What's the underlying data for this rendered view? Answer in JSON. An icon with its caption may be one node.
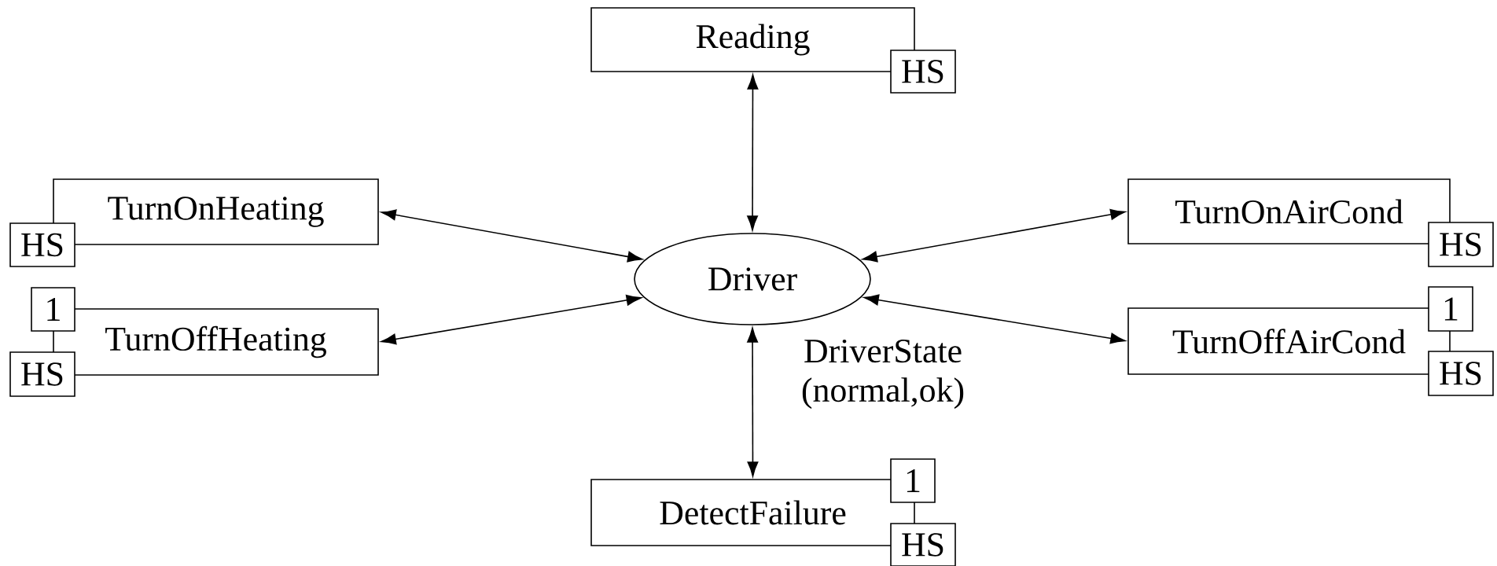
{
  "diagram": {
    "nodes": [
      {
        "text": [
          "Reading"
        ]
      },
      {
        "text": [
          "HS"
        ]
      },
      {
        "text": [
          "TurnOnHeating"
        ]
      },
      {
        "text": [
          "HS"
        ]
      },
      {
        "text": [
          "TurnOnAirCond"
        ]
      },
      {
        "text": [
          "HS"
        ]
      },
      {
        "text": [
          "Driver"
        ],
        "beside": [
          "DriverState (normal,ok)"
        ]
      },
      {
        "text": [
          "1"
        ]
      },
      {
        "text": [
          "TurnOffHeating"
        ]
      },
      {
        "text": [
          "HS"
        ]
      },
      {
        "text": [
          "1"
        ]
      },
      {
        "text": [
          "TurnOffAirCond"
        ]
      },
      {
        "text": [
          "HS"
        ]
      },
      {
        "text": [
          "1"
        ]
      },
      {
        "text": [
          "DetectFailure"
        ]
      },
      {
        "text": [
          "HS"
        ]
      }
    ],
    "edges": [
      {
        "from": 6,
        "to": 0,
        "arrow": "both"
      },
      {
        "from": 6,
        "to": 2,
        "arrow": "both"
      },
      {
        "from": 6,
        "to": 4,
        "arrow": "both"
      },
      {
        "from": 6,
        "to": 8,
        "arrow": "both"
      },
      {
        "from": 6,
        "to": 11,
        "arrow": "both"
      },
      {
        "from": 6,
        "to": 14,
        "arrow": "both"
      }
    ]
  }
}
